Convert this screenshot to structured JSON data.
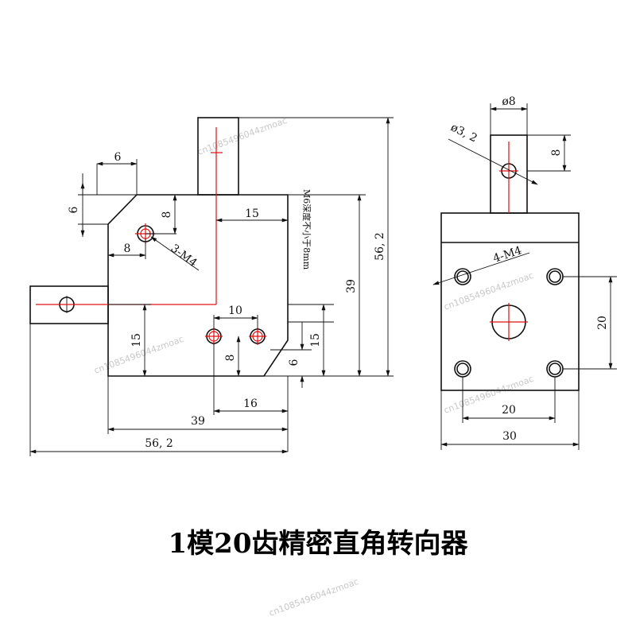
{
  "title": "1模20齿精密直角转向器",
  "watermark": "cn1085496044zmoac",
  "colors": {
    "line": "#111111",
    "center_line": "#e01010",
    "background": "#ffffff"
  },
  "left_view": {
    "dims": {
      "chamfer_w": "6",
      "chamfer_h": "6",
      "hole_offset_v": "8",
      "hole_offset_h": "8",
      "offset_15_top": "15",
      "thread_3": "3-M4",
      "thread_note": "M6深度不小于8mm",
      "height_39": "39",
      "height_562": "56, 2",
      "spacing_10": "10",
      "height_15_left": "15",
      "hole_8": "8",
      "height_15_right": "15",
      "chamfer_6_low": "6",
      "spacing_16": "16",
      "width_39": "39",
      "width_562": "56, 2"
    }
  },
  "right_view": {
    "dims": {
      "shaft_dia": "ø8",
      "bore_dia": "ø3, 2",
      "shaft_8": "8",
      "thread_4": "4-M4",
      "spacing_v20": "20",
      "spacing_h20": "20",
      "width_30": "30"
    }
  }
}
